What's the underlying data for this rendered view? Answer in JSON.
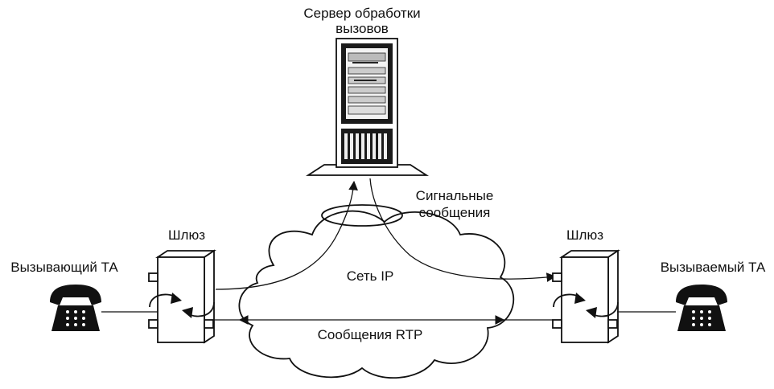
{
  "server": {
    "label_line1": "Сервер обработки",
    "label_line2": "вызовов"
  },
  "signaling": {
    "label_line1": "Сигнальные",
    "label_line2": "сообщения"
  },
  "network": {
    "label": "Сеть IP",
    "rtp_label": "Сообщения RTP"
  },
  "gateway_left": {
    "label": "Шлюз"
  },
  "gateway_right": {
    "label": "Шлюз"
  },
  "phone_left": {
    "label": "Вызывающий ТА"
  },
  "phone_right": {
    "label": "Вызываемый ТА"
  }
}
